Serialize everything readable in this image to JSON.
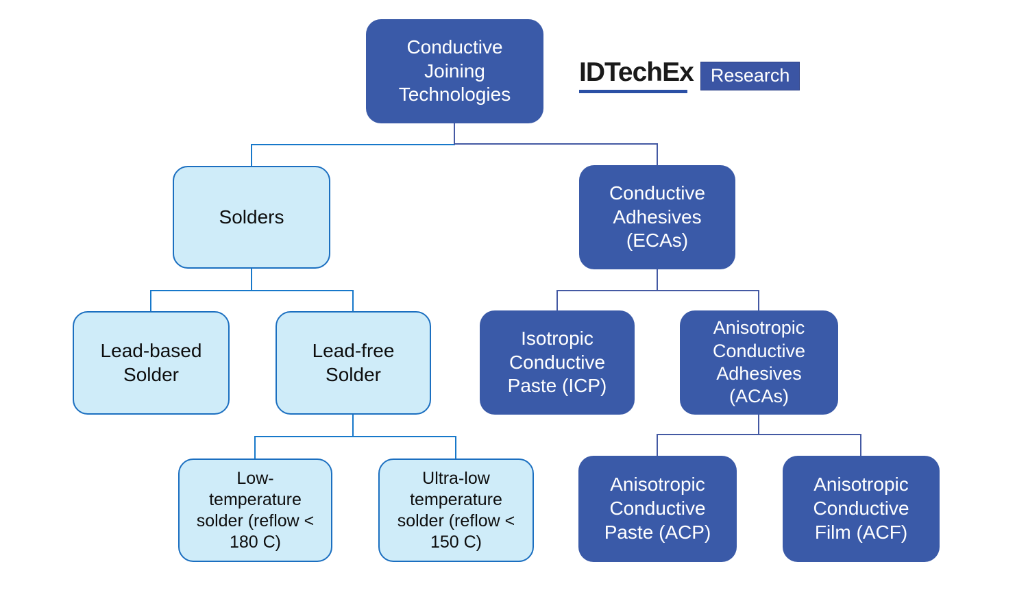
{
  "background": "#ffffff",
  "colors": {
    "background": "#ffffff",
    "dark_fill": "#3A5AA8",
    "light_fill": "#CFECF9",
    "light_border": "#1B6FC0",
    "text_dark": "#ffffff",
    "text_light": "#0d0d0d",
    "connector_left": "#1778CA",
    "connector_right": "#4459A3",
    "logo_black": "#1a1a1a",
    "logo_underline": "#2B50A5",
    "logo_navy": "#3B55A4",
    "logo_navy_border": "#2d4187"
  },
  "logo": {
    "brand": "IDTechEx",
    "suffix": "Research"
  },
  "diagram": {
    "type": "tree",
    "nodes": {
      "root": {
        "label": "Conductive\nJoining\nTechnologies",
        "style": "dark",
        "parent": null
      },
      "solders": {
        "label": "Solders",
        "style": "light",
        "parent": "root"
      },
      "ecas": {
        "label": "Conductive\nAdhesives\n(ECAs)",
        "style": "dark",
        "parent": "root"
      },
      "lead_based": {
        "label": "Lead-based\nSolder",
        "style": "light",
        "parent": "solders"
      },
      "lead_free": {
        "label": "Lead-free\nSolder",
        "style": "light",
        "parent": "solders"
      },
      "icp": {
        "label": "Isotropic\nConductive\nPaste (ICP)",
        "style": "dark",
        "parent": "ecas"
      },
      "acas": {
        "label": "Anisotropic\nConductive\nAdhesives\n(ACAs)",
        "style": "dark",
        "parent": "ecas"
      },
      "low_temp": {
        "label": "Low-\ntemperature\nsolder (reflow <\n180 C)",
        "style": "light",
        "parent": "lead_free"
      },
      "ultra_low": {
        "label": "Ultra-low\ntemperature\nsolder (reflow <\n150 C)",
        "style": "light",
        "parent": "lead_free"
      },
      "acp": {
        "label": "Anisotropic\nConductive\nPaste (ACP)",
        "style": "dark",
        "parent": "acas"
      },
      "acf": {
        "label": "Anisotropic\nConductive\nFilm (ACF)",
        "style": "dark",
        "parent": "acas"
      }
    }
  }
}
